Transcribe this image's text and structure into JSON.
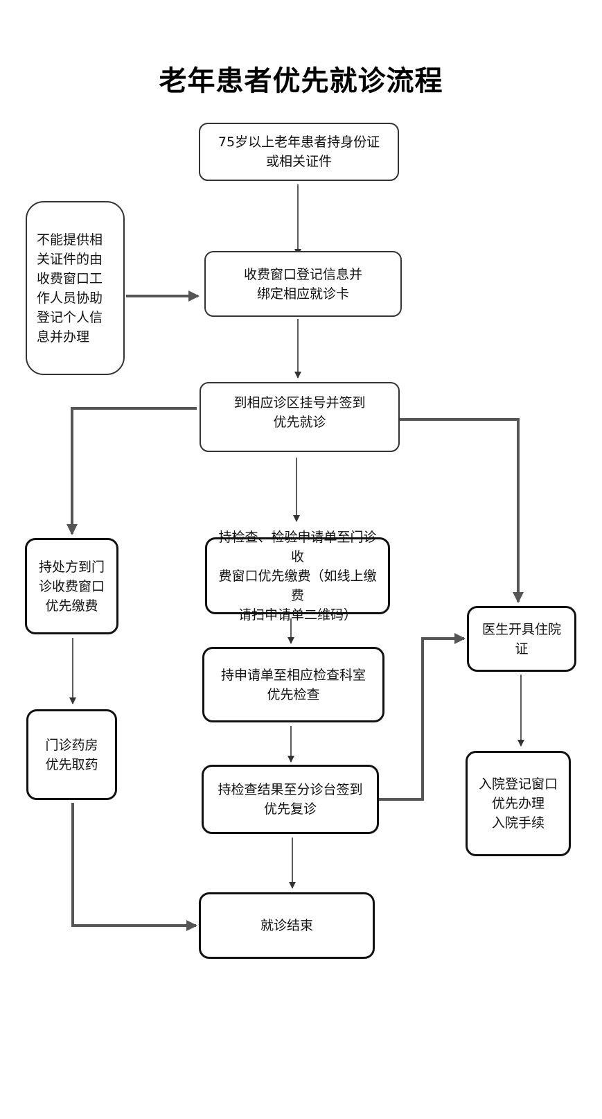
{
  "title": "老年患者优先就诊流程",
  "nodes": {
    "start": "75岁以上老年患者持身份证\n或相关证件",
    "side_note": "不能提供相关证件的由收费窗口工作人员协助登记个人信息并办理",
    "register": "收费窗口登记信息并\n绑定相应就诊卡",
    "sign_in": "到相应诊区挂号并签到\n优先就诊",
    "prescription_pay": "持处方到门\n诊收费窗口\n优先缴费",
    "exam_pay": "持检查、检验申请单至门诊收\n费窗口优先缴费（如线上缴费\n请扫申请单二维码）",
    "exam": "持申请单至相应检查科室\n优先检查",
    "pharmacy": "门诊药房\n优先取药",
    "result_revisit": "持检查结果至分诊台签到\n优先复诊",
    "admission_cert": "医生开具住院证",
    "admission": "入院登记窗口\n优先办理\n入院手续",
    "end": "就诊结束"
  },
  "colors": {
    "thick_connector": "#555555",
    "thin_connector": "#333333",
    "border": "#111111"
  }
}
